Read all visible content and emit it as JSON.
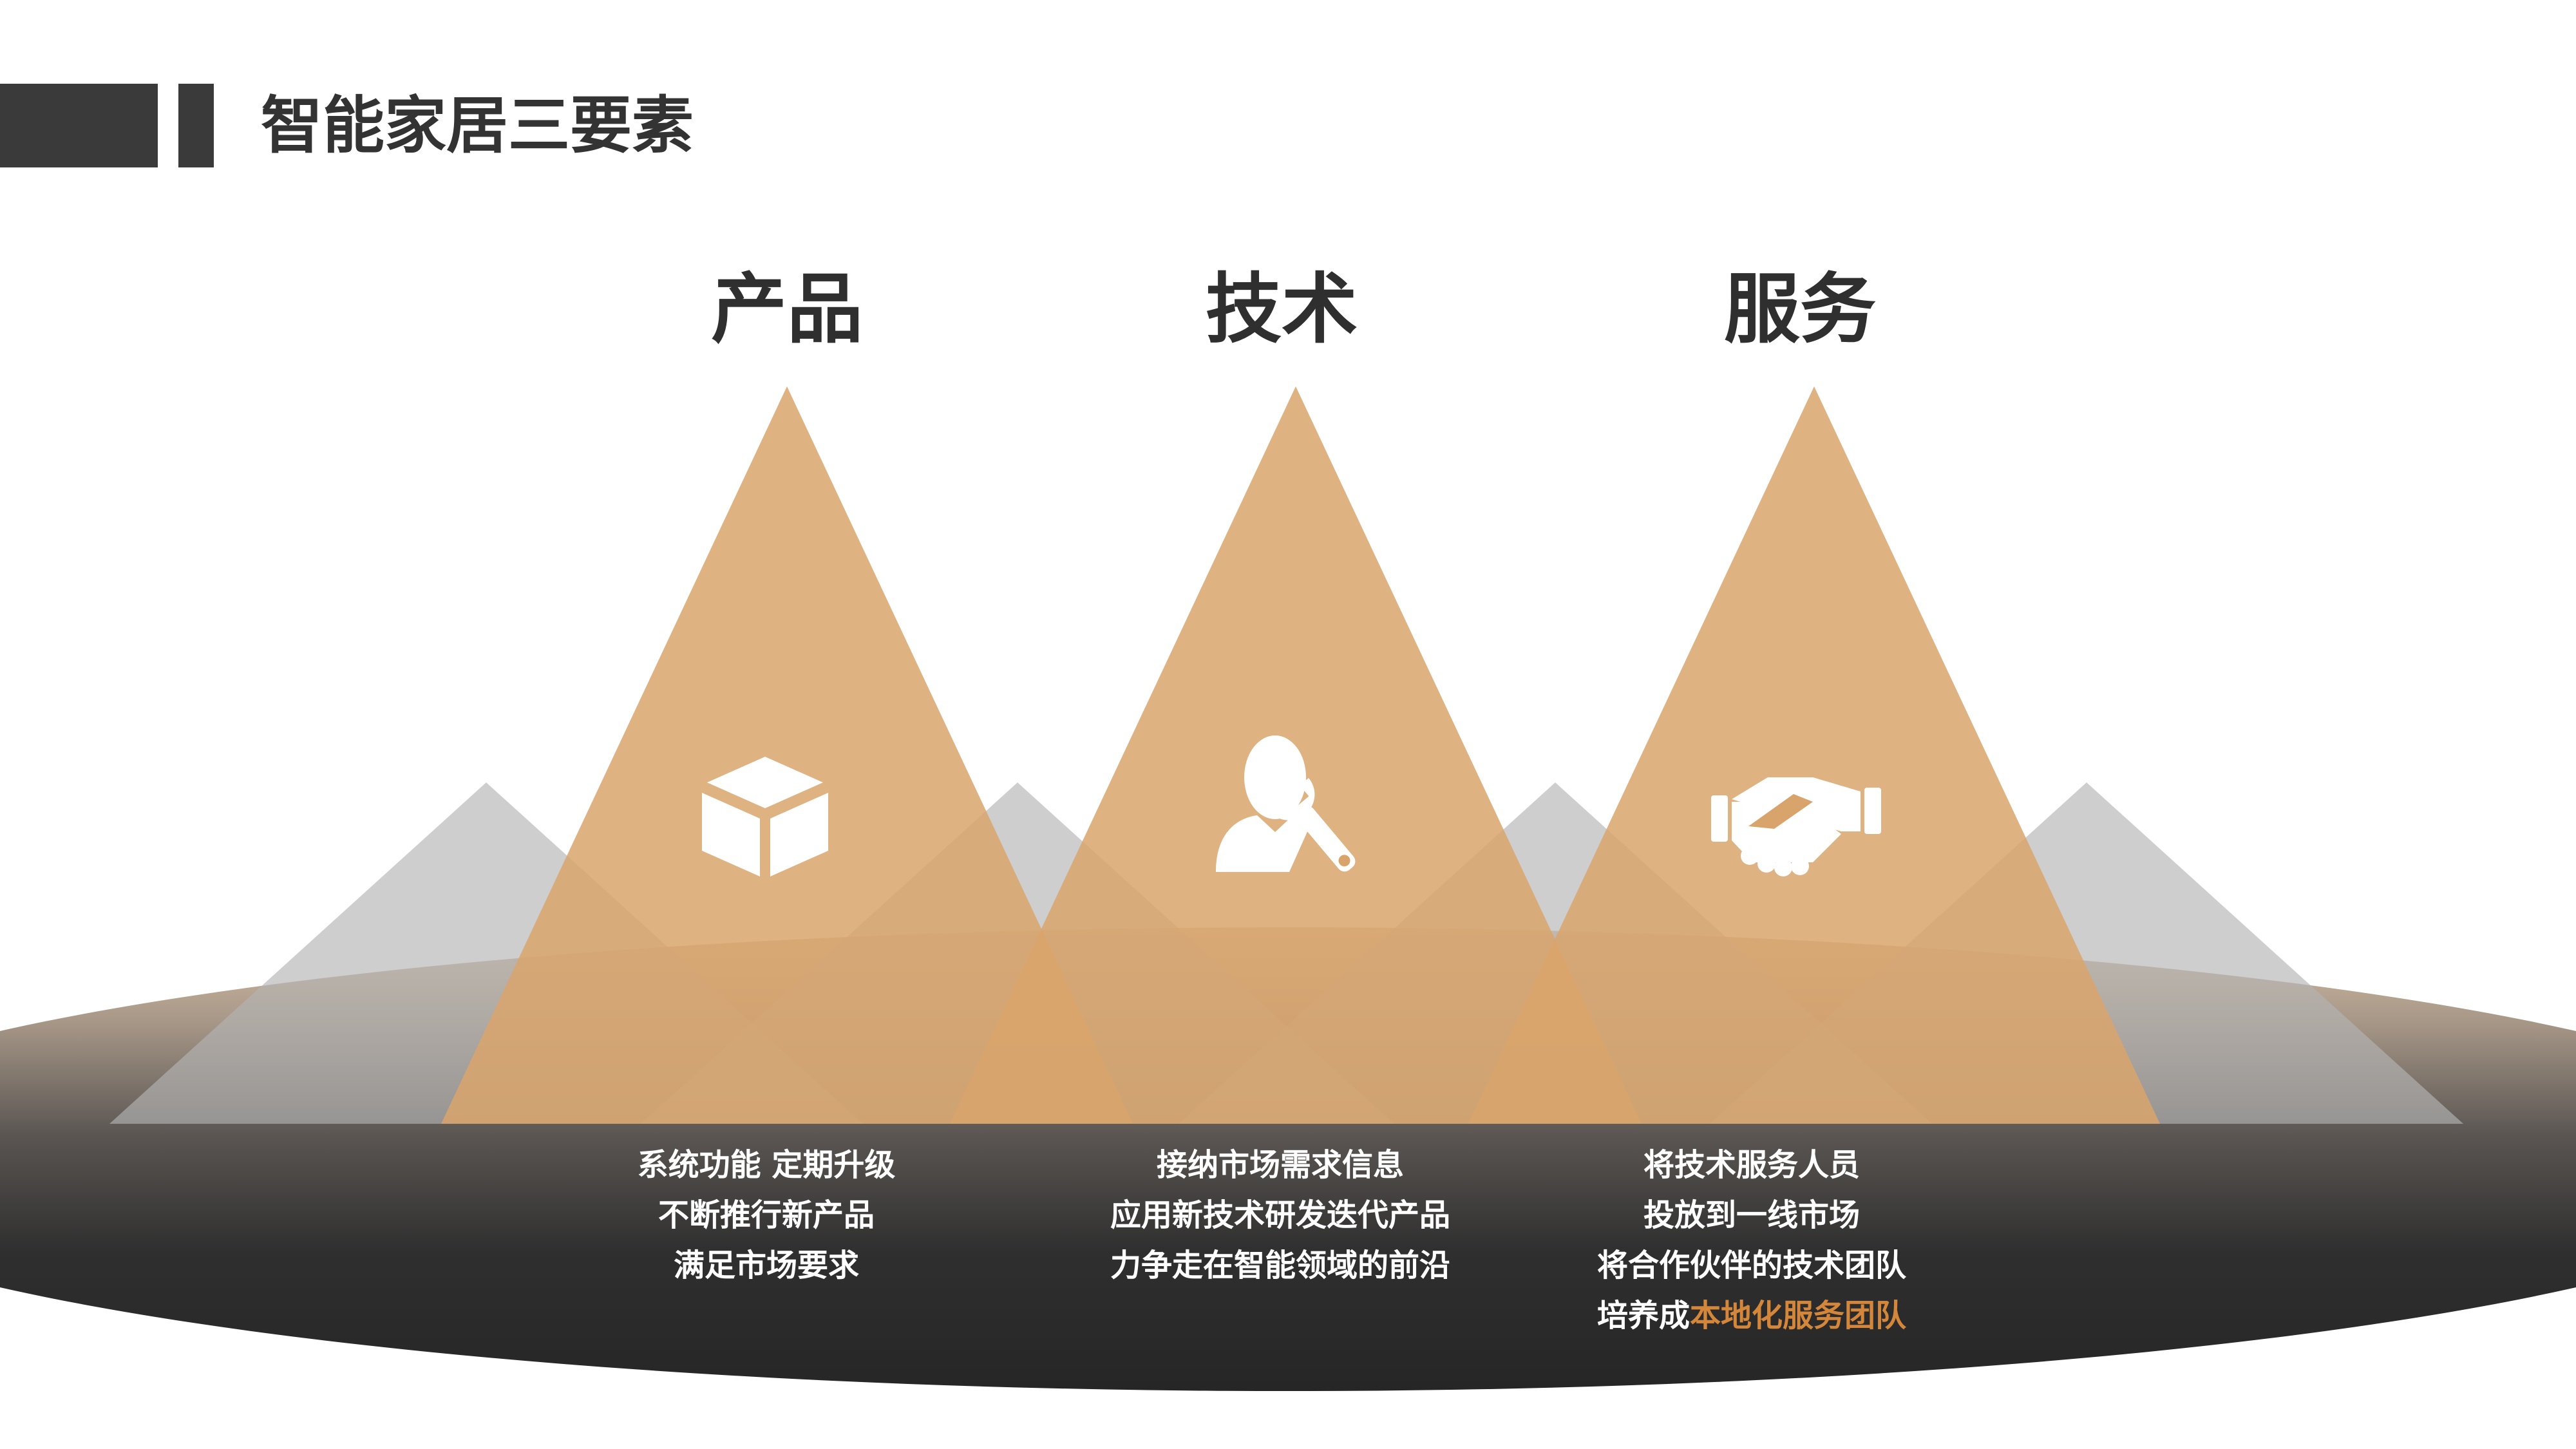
{
  "page_title": "智能家居三要素",
  "colors": {
    "accent": "#d9a46c",
    "dark": "#3a3a3a",
    "highlight": "#d4873a",
    "gray_peak": "#c4c4c4"
  },
  "pillars": [
    {
      "title": "产品",
      "icon": "cube-icon",
      "lines": [
        "系统功能  定期升级",
        "不断推行新产品",
        "满足市场要求"
      ]
    },
    {
      "title": "技术",
      "icon": "user-wrench-icon",
      "lines": [
        "接纳市场需求信息",
        "应用新技术研发迭代产品",
        "力争走在智能领域的前沿"
      ]
    },
    {
      "title": "服务",
      "icon": "handshake-icon",
      "lines": [
        "将技术服务人员",
        "投放到一线市场",
        "将合作伙伴的技术团队"
      ],
      "last_line_prefix": "培养成",
      "last_line_highlight": "本地化服务团队"
    }
  ]
}
